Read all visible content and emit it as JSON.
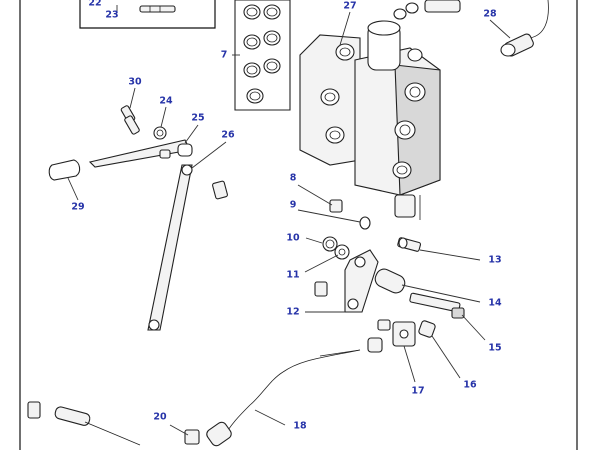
{
  "callouts": [
    {
      "id": "c22",
      "label": "22"
    },
    {
      "id": "c23",
      "label": "23"
    },
    {
      "id": "c7",
      "label": "7"
    },
    {
      "id": "c27",
      "label": "27"
    },
    {
      "id": "c28",
      "label": "28"
    },
    {
      "id": "c30",
      "label": "30"
    },
    {
      "id": "c24",
      "label": "24"
    },
    {
      "id": "c25",
      "label": "25"
    },
    {
      "id": "c26",
      "label": "26"
    },
    {
      "id": "c29",
      "label": "29"
    },
    {
      "id": "c8",
      "label": "8"
    },
    {
      "id": "c9",
      "label": "9"
    },
    {
      "id": "c10",
      "label": "10"
    },
    {
      "id": "c11",
      "label": "11"
    },
    {
      "id": "c12",
      "label": "12"
    },
    {
      "id": "c13",
      "label": "13"
    },
    {
      "id": "c14",
      "label": "14"
    },
    {
      "id": "c15",
      "label": "15"
    },
    {
      "id": "c16",
      "label": "16"
    },
    {
      "id": "c17",
      "label": "17"
    },
    {
      "id": "c18",
      "label": "18"
    },
    {
      "id": "c20",
      "label": "20"
    }
  ]
}
